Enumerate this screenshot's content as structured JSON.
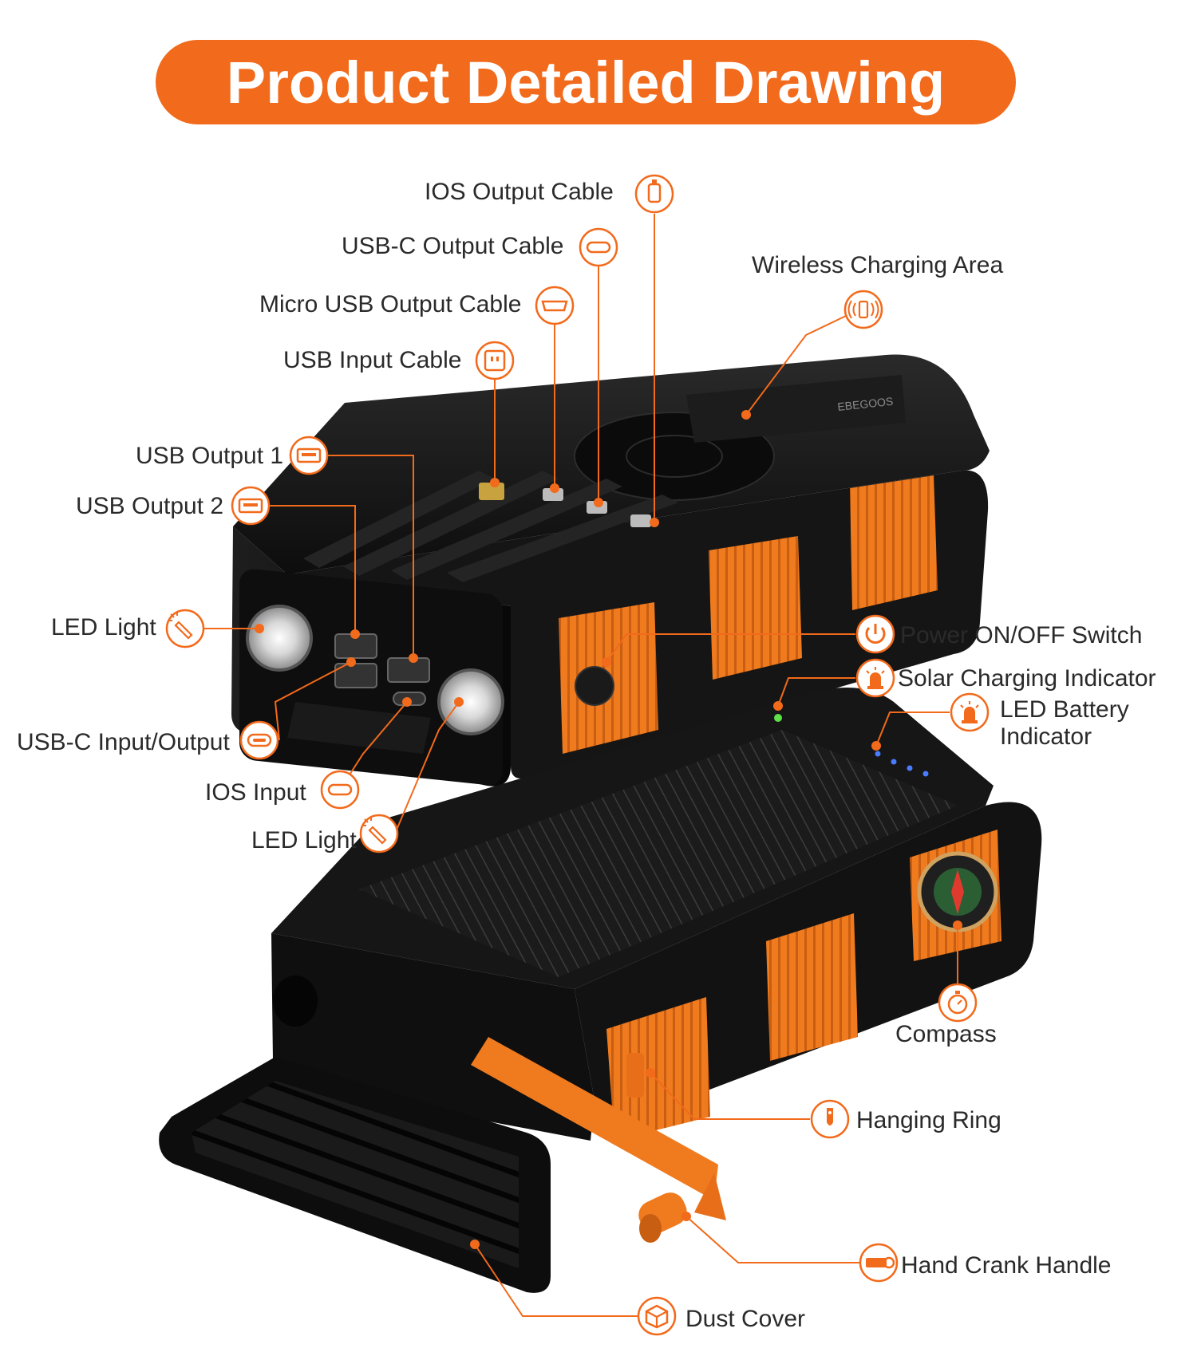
{
  "title": "Product Detailed Drawing",
  "brand": "EBEGOOS",
  "colors": {
    "accent": "#f26a1b",
    "body": "#141414",
    "rubber": "#f07a1e",
    "text": "#2a2a2a"
  },
  "callouts": [
    {
      "id": "ios-output-cable",
      "label": "IOS Output Cable",
      "icon": "lightning-connector-icon"
    },
    {
      "id": "usbc-output-cable",
      "label": "USB-C Output Cable",
      "icon": "usb-c-connector-icon"
    },
    {
      "id": "micro-usb-output-cable",
      "label": "Micro USB Output Cable",
      "icon": "micro-usb-connector-icon"
    },
    {
      "id": "usb-input-cable",
      "label": "USB Input Cable",
      "icon": "usb-a-connector-icon"
    },
    {
      "id": "wireless-charging-area",
      "label": "Wireless Charging Area",
      "icon": "wireless-charging-icon"
    },
    {
      "id": "usb-output-1",
      "label": "USB Output 1",
      "icon": "usb-port-icon"
    },
    {
      "id": "usb-output-2",
      "label": "USB Output 2",
      "icon": "usb-port-icon"
    },
    {
      "id": "led-light-top",
      "label": "LED Light",
      "icon": "flashlight-icon"
    },
    {
      "id": "power-switch",
      "label": "Power ON/OFF Switch",
      "icon": "power-icon"
    },
    {
      "id": "solar-indicator",
      "label": "Solar Charging Indicator",
      "icon": "indicator-light-icon"
    },
    {
      "id": "battery-indicator",
      "label": "LED Battery\nIndicator",
      "icon": "indicator-light-icon"
    },
    {
      "id": "usbc-io",
      "label": "USB-C Input/Output",
      "icon": "usb-c-port-icon"
    },
    {
      "id": "ios-input",
      "label": "IOS Input",
      "icon": "lightning-port-icon"
    },
    {
      "id": "led-light-bottom",
      "label": "LED Light",
      "icon": "flashlight-icon"
    },
    {
      "id": "compass",
      "label": "Compass",
      "icon": "stopwatch-compass-icon"
    },
    {
      "id": "hanging-ring",
      "label": "Hanging Ring",
      "icon": "hanging-ring-icon"
    },
    {
      "id": "hand-crank",
      "label": "Hand Crank Handle",
      "icon": "crank-handle-icon"
    },
    {
      "id": "dust-cover",
      "label": "Dust Cover",
      "icon": "dust-cover-icon"
    }
  ]
}
